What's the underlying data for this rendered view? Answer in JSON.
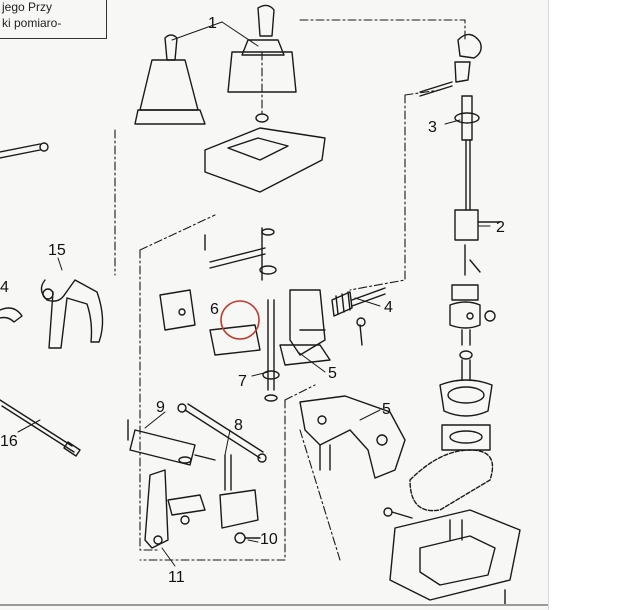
{
  "corner_text": {
    "line1": "jego Przy",
    "line2": "ki pomiaro-"
  },
  "callouts": [
    {
      "id": "1",
      "text": "1"
    },
    {
      "id": "2",
      "text": "2"
    },
    {
      "id": "3",
      "text": "3"
    },
    {
      "id": "4",
      "text": "4"
    },
    {
      "id": "4l",
      "text": "4"
    },
    {
      "id": "5a",
      "text": "5"
    },
    {
      "id": "5b",
      "text": "5"
    },
    {
      "id": "6",
      "text": "6"
    },
    {
      "id": "7",
      "text": "7"
    },
    {
      "id": "8",
      "text": "8"
    },
    {
      "id": "9",
      "text": "9"
    },
    {
      "id": "10",
      "text": "10"
    },
    {
      "id": "11",
      "text": "11"
    },
    {
      "id": "15",
      "text": "15"
    },
    {
      "id": "16",
      "text": "16"
    }
  ],
  "colors": {
    "ink": "#1a1a1a",
    "highlight_circle": "#c0392b",
    "paper": "#f7f7f5"
  }
}
